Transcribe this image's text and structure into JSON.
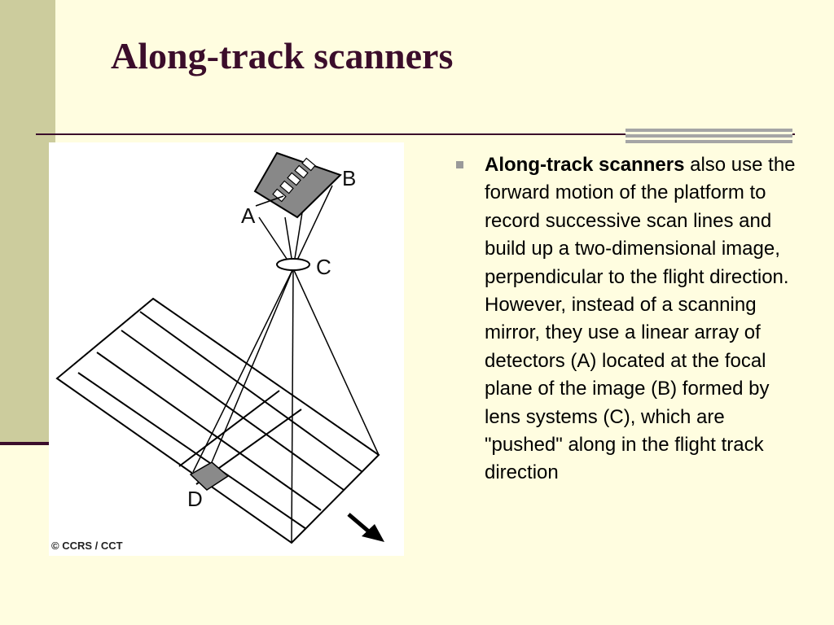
{
  "slide": {
    "title": "Along-track scanners",
    "bullet": {
      "lead": "Along-track scanners",
      "text": " also use the forward motion of the platform to record successive scan lines and build up a two-dimensional image, perpendicular to the flight direction. However, instead of a scanning mirror, they use a linear array of detectors (A) located at the focal plane of the image (B) formed by lens systems (C), which are \"pushed\" along in the flight track direction"
    }
  },
  "figure": {
    "labels": {
      "a": "A",
      "b": "B",
      "c": "C",
      "d": "D"
    },
    "credit": "© CCRS / CCT"
  }
}
